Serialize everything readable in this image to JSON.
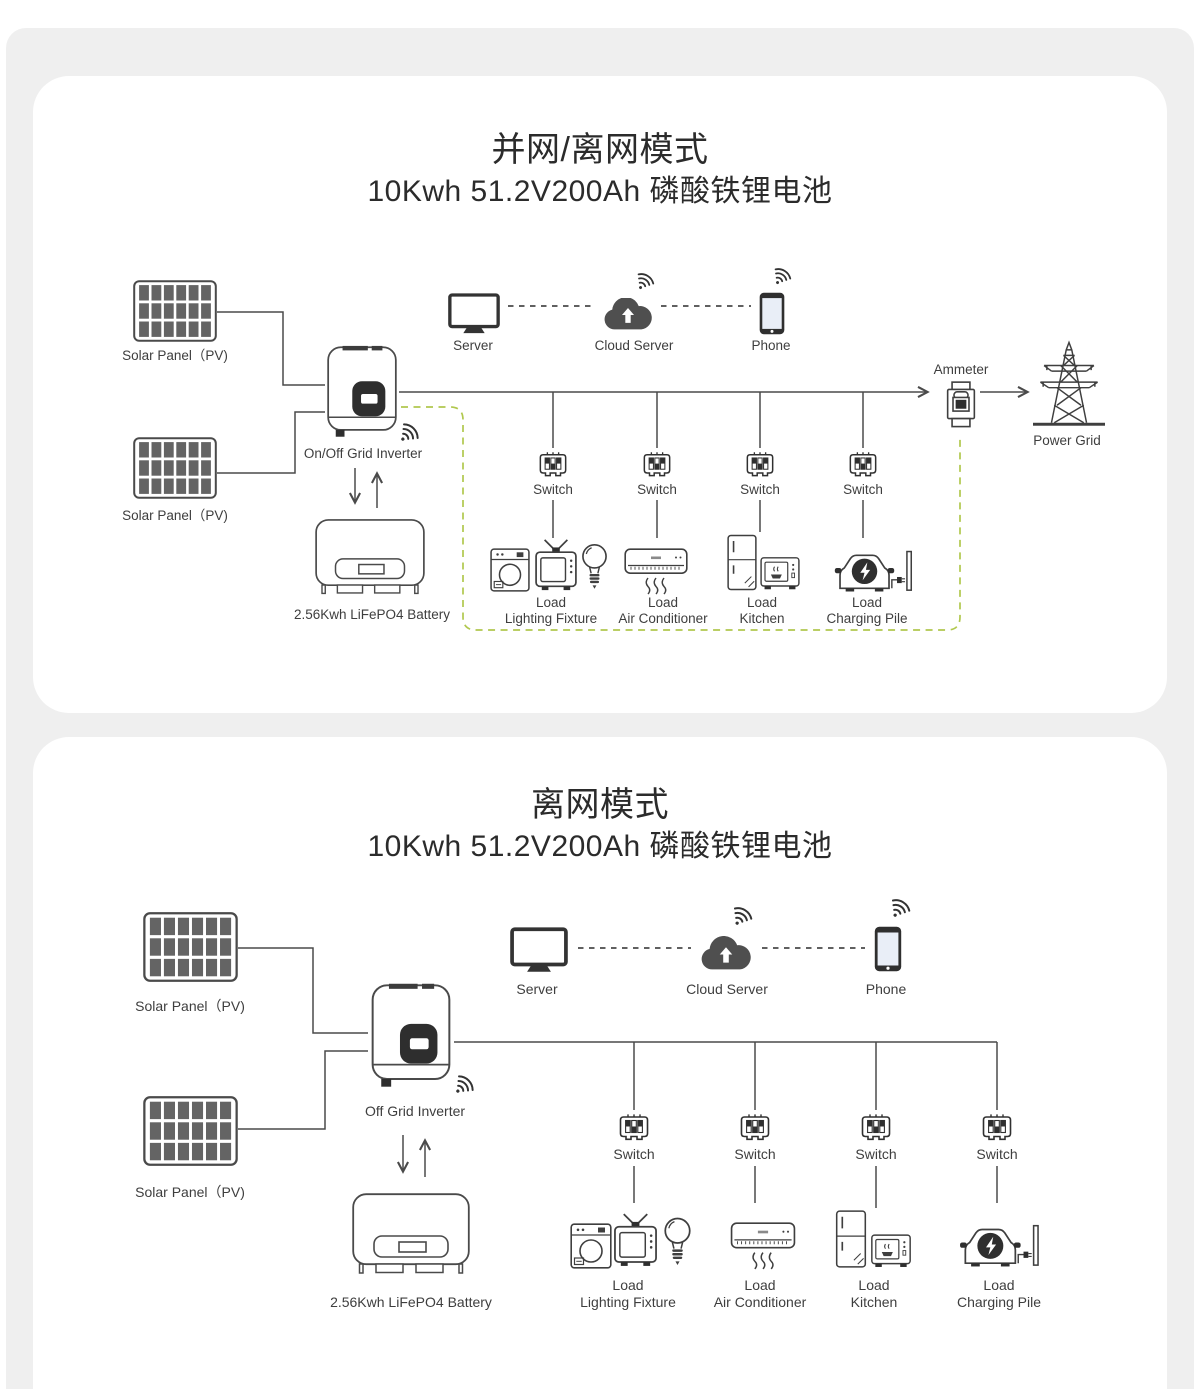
{
  "colors": {
    "page_background": "#efefef",
    "card_background": "#ffffff",
    "line": "#4a4a4a",
    "dashed_backup_loop": "#b1c84e"
  },
  "grid_mode": {
    "title": "并网/离网模式",
    "subtitle": "10Kwh 51.2V200Ah 磷酸铁锂电池",
    "solar_panel_top_label": "Solar Panel（PV)",
    "solar_panel_bottom_label": "Solar Panel（PV)",
    "inverter_label": "On/Off Grid Inverter",
    "battery_label": "2.56Kwh LiFePO4 Battery",
    "server_label": "Server",
    "cloud_server_label": "Cloud Server",
    "phone_label": "Phone",
    "ammeter_label": "Ammeter",
    "power_grid_label": "Power Grid",
    "switches": [
      "Switch",
      "Switch",
      "Switch",
      "Switch"
    ],
    "loads": [
      {
        "line1": "Load",
        "line2": "Lighting Fixture"
      },
      {
        "line1": "Load",
        "line2": "Air Conditioner"
      },
      {
        "line1": "Load",
        "line2": "Kitchen"
      },
      {
        "line1": "Load",
        "line2": "Charging Pile"
      }
    ]
  },
  "off_grid_mode": {
    "title": "离网模式",
    "subtitle": "10Kwh 51.2V200Ah 磷酸铁锂电池",
    "solar_panel_top_label": "Solar Panel（PV)",
    "solar_panel_bottom_label": "Solar Panel（PV)",
    "inverter_label": "Off Grid Inverter",
    "battery_label": "2.56Kwh LiFePO4 Battery",
    "server_label": "Server",
    "cloud_server_label": "Cloud Server",
    "phone_label": "Phone",
    "switches": [
      "Switch",
      "Switch",
      "Switch",
      "Switch"
    ],
    "loads": [
      {
        "line1": "Load",
        "line2": "Lighting Fixture"
      },
      {
        "line1": "Load",
        "line2": "Air Conditioner"
      },
      {
        "line1": "Load",
        "line2": "Kitchen"
      },
      {
        "line1": "Load",
        "line2": "Charging Pile"
      }
    ]
  }
}
